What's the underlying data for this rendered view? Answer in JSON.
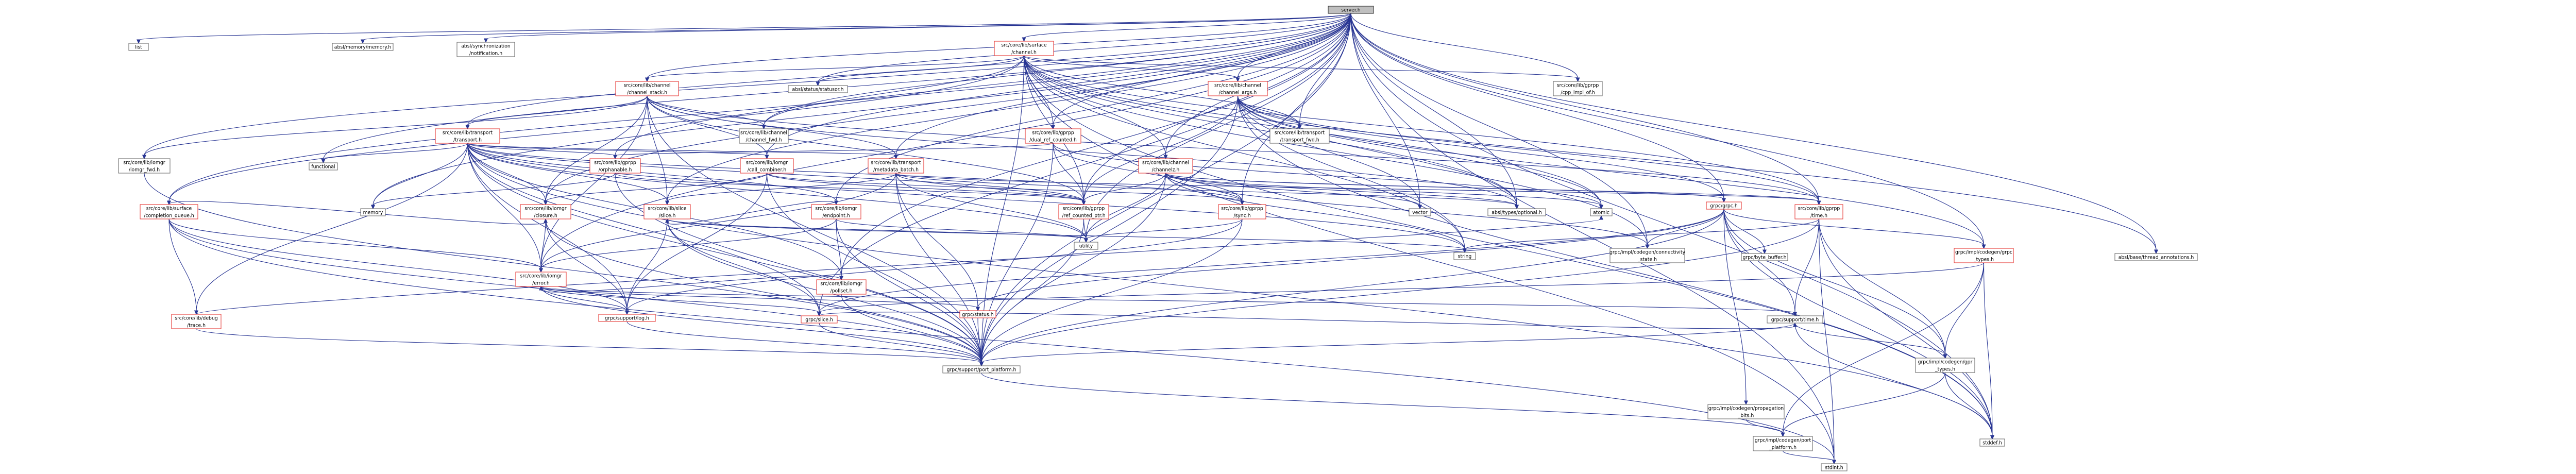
{
  "graph": {
    "colors": {
      "edge": "#283593",
      "node_border": "#6b6b6b",
      "linked_border": "#e53935",
      "root_fill": "#bfbfbf"
    },
    "nodes": [
      {
        "id": "n0",
        "lines": [
          "server.h"
        ],
        "kind": "root"
      },
      {
        "id": "n1",
        "lines": [
          "list"
        ],
        "kind": "plain"
      },
      {
        "id": "n2",
        "lines": [
          "absl/memory/memory.h"
        ],
        "kind": "plain"
      },
      {
        "id": "n3",
        "lines": [
          "absl/synchronization",
          "/notification.h"
        ],
        "kind": "plain"
      },
      {
        "id": "n4",
        "lines": [
          "src/core/lib/surface",
          "/channel.h"
        ],
        "kind": "linked"
      },
      {
        "id": "n5",
        "lines": [
          "src/core/lib/channel",
          "/channel_stack.h"
        ],
        "kind": "linked"
      },
      {
        "id": "n6",
        "lines": [
          "absl/status/statusor.h"
        ],
        "kind": "plain"
      },
      {
        "id": "n7",
        "lines": [
          "src/core/lib/channel",
          "/channel_args.h"
        ],
        "kind": "linked"
      },
      {
        "id": "n8",
        "lines": [
          "src/core/lib/gprpp",
          "/cpp_impl_of.h"
        ],
        "kind": "plain"
      },
      {
        "id": "n9",
        "lines": [
          "src/core/lib/transport",
          "/transport.h"
        ],
        "kind": "linked"
      },
      {
        "id": "n10",
        "lines": [
          "src/core/lib/channel",
          "/channel_fwd.h"
        ],
        "kind": "plain"
      },
      {
        "id": "n11",
        "lines": [
          "src/core/lib/gprpp",
          "/dual_ref_counted.h"
        ],
        "kind": "linked"
      },
      {
        "id": "n12",
        "lines": [
          "src/core/lib/transport",
          "/transport_fwd.h"
        ],
        "kind": "plain"
      },
      {
        "id": "n13",
        "lines": [
          "src/core/lib/iomgr",
          "/iomgr_fwd.h"
        ],
        "kind": "plain"
      },
      {
        "id": "n14",
        "lines": [
          "functional"
        ],
        "kind": "plain"
      },
      {
        "id": "n15",
        "lines": [
          "src/core/lib/gprpp",
          "/orphanable.h"
        ],
        "kind": "linked"
      },
      {
        "id": "n16",
        "lines": [
          "src/core/lib/iomgr",
          "/call_combiner.h"
        ],
        "kind": "linked"
      },
      {
        "id": "n17",
        "lines": [
          "src/core/lib/transport",
          "/metadata_batch.h"
        ],
        "kind": "linked"
      },
      {
        "id": "n18",
        "lines": [
          "src/core/lib/channel",
          "/channelz.h"
        ],
        "kind": "linked"
      },
      {
        "id": "n19",
        "lines": [
          "src/core/lib/surface",
          "/completion_queue.h"
        ],
        "kind": "linked"
      },
      {
        "id": "n20",
        "lines": [
          "memory"
        ],
        "kind": "plain"
      },
      {
        "id": "n21",
        "lines": [
          "src/core/lib/iomgr",
          "/closure.h"
        ],
        "kind": "linked"
      },
      {
        "id": "n22",
        "lines": [
          "src/core/lib/slice",
          "/slice.h"
        ],
        "kind": "linked"
      },
      {
        "id": "n23",
        "lines": [
          "src/core/lib/iomgr",
          "/endpoint.h"
        ],
        "kind": "linked"
      },
      {
        "id": "n24",
        "lines": [
          "src/core/lib/gprpp",
          "/ref_counted_ptr.h"
        ],
        "kind": "linked"
      },
      {
        "id": "n25",
        "lines": [
          "src/core/lib/gprpp",
          "/sync.h"
        ],
        "kind": "linked"
      },
      {
        "id": "n26",
        "lines": [
          "vector"
        ],
        "kind": "plain"
      },
      {
        "id": "n27",
        "lines": [
          "atomic"
        ],
        "kind": "plain"
      },
      {
        "id": "n28",
        "lines": [
          "absl/types/optional.h"
        ],
        "kind": "plain"
      },
      {
        "id": "n29",
        "lines": [
          "grpc/grpc.h"
        ],
        "kind": "linked"
      },
      {
        "id": "n30",
        "lines": [
          "src/core/lib/gprpp",
          "/time.h"
        ],
        "kind": "linked"
      },
      {
        "id": "n31",
        "lines": [
          "utility"
        ],
        "kind": "plain"
      },
      {
        "id": "n32",
        "lines": [
          "string"
        ],
        "kind": "plain"
      },
      {
        "id": "n33",
        "lines": [
          "grpc/impl/codegen/connectivity",
          "_state.h"
        ],
        "kind": "plain"
      },
      {
        "id": "n34",
        "lines": [
          "grpc/byte_buffer.h"
        ],
        "kind": "plain"
      },
      {
        "id": "n35",
        "lines": [
          "grpc/impl/codegen/grpc",
          "_types.h"
        ],
        "kind": "linked"
      },
      {
        "id": "n36",
        "lines": [
          "absl/base/thread_annotations.h"
        ],
        "kind": "plain"
      },
      {
        "id": "n37",
        "lines": [
          "src/core/lib/iomgr",
          "/error.h"
        ],
        "kind": "linked"
      },
      {
        "id": "n38",
        "lines": [
          "src/core/lib/iomgr",
          "/pollset.h"
        ],
        "kind": "linked"
      },
      {
        "id": "n39",
        "lines": [
          "src/core/lib/debug",
          "/trace.h"
        ],
        "kind": "linked"
      },
      {
        "id": "n40",
        "lines": [
          "grpc/support/log.h"
        ],
        "kind": "linked"
      },
      {
        "id": "n41",
        "lines": [
          "grpc/status.h"
        ],
        "kind": "linked"
      },
      {
        "id": "n42",
        "lines": [
          "grpc/slice.h"
        ],
        "kind": "linked"
      },
      {
        "id": "n43",
        "lines": [
          "grpc/support/time.h"
        ],
        "kind": "plain"
      },
      {
        "id": "n44",
        "lines": [
          "grpc/support/port_platform.h"
        ],
        "kind": "plain"
      },
      {
        "id": "n45",
        "lines": [
          "grpc/impl/codegen/gpr",
          "_types.h"
        ],
        "kind": "plain"
      },
      {
        "id": "n46",
        "lines": [
          "grpc/impl/codegen/propagation",
          "_bits.h"
        ],
        "kind": "plain"
      },
      {
        "id": "n47",
        "lines": [
          "grpc/impl/codegen/port",
          "_platform.h"
        ],
        "kind": "plain"
      },
      {
        "id": "n48",
        "lines": [
          "stddef.h"
        ],
        "kind": "plain"
      },
      {
        "id": "n49",
        "lines": [
          "stdint.h"
        ],
        "kind": "plain"
      }
    ],
    "edges": [
      [
        "n0",
        "n1"
      ],
      [
        "n0",
        "n2"
      ],
      [
        "n0",
        "n3"
      ],
      [
        "n0",
        "n4"
      ],
      [
        "n0",
        "n5"
      ],
      [
        "n0",
        "n6"
      ],
      [
        "n0",
        "n7"
      ],
      [
        "n0",
        "n8"
      ],
      [
        "n0",
        "n9"
      ],
      [
        "n0",
        "n10"
      ],
      [
        "n0",
        "n11"
      ],
      [
        "n0",
        "n12"
      ],
      [
        "n0",
        "n13"
      ],
      [
        "n0",
        "n14"
      ],
      [
        "n0",
        "n15"
      ],
      [
        "n0",
        "n16"
      ],
      [
        "n0",
        "n17"
      ],
      [
        "n0",
        "n18"
      ],
      [
        "n0",
        "n19"
      ],
      [
        "n0",
        "n20"
      ],
      [
        "n0",
        "n21"
      ],
      [
        "n0",
        "n22"
      ],
      [
        "n0",
        "n23"
      ],
      [
        "n0",
        "n24"
      ],
      [
        "n0",
        "n25"
      ],
      [
        "n0",
        "n26"
      ],
      [
        "n0",
        "n28"
      ],
      [
        "n0",
        "n29"
      ],
      [
        "n0",
        "n30"
      ],
      [
        "n0",
        "n31"
      ],
      [
        "n0",
        "n35"
      ],
      [
        "n0",
        "n36"
      ],
      [
        "n0",
        "n37"
      ],
      [
        "n0",
        "n38"
      ],
      [
        "n0",
        "n42"
      ],
      [
        "n0",
        "n44"
      ],
      [
        "n0",
        "n48"
      ],
      [
        "n0",
        "n49"
      ],
      [
        "n0",
        "n33"
      ],
      [
        "n4",
        "n5"
      ],
      [
        "n4",
        "n6"
      ],
      [
        "n4",
        "n7"
      ],
      [
        "n4",
        "n8"
      ],
      [
        "n4",
        "n10"
      ],
      [
        "n4",
        "n11"
      ],
      [
        "n4",
        "n12"
      ],
      [
        "n4",
        "n18"
      ],
      [
        "n4",
        "n19"
      ],
      [
        "n4",
        "n24"
      ],
      [
        "n4",
        "n27"
      ],
      [
        "n4",
        "n28"
      ],
      [
        "n4",
        "n30"
      ],
      [
        "n4",
        "n32"
      ],
      [
        "n4",
        "n33"
      ],
      [
        "n4",
        "n36"
      ],
      [
        "n4",
        "n44"
      ],
      [
        "n4",
        "n49"
      ],
      [
        "n4",
        "n48"
      ],
      [
        "n5",
        "n9"
      ],
      [
        "n5",
        "n10"
      ],
      [
        "n5",
        "n13"
      ],
      [
        "n5",
        "n16"
      ],
      [
        "n5",
        "n17"
      ],
      [
        "n5",
        "n21"
      ],
      [
        "n5",
        "n24"
      ],
      [
        "n5",
        "n37"
      ],
      [
        "n5",
        "n28"
      ],
      [
        "n5",
        "n44"
      ],
      [
        "n5",
        "n22"
      ],
      [
        "n5",
        "n30"
      ],
      [
        "n7",
        "n12"
      ],
      [
        "n7",
        "n24"
      ],
      [
        "n7",
        "n27"
      ],
      [
        "n7",
        "n28"
      ],
      [
        "n7",
        "n30"
      ],
      [
        "n7",
        "n35"
      ],
      [
        "n7",
        "n44"
      ],
      [
        "n7",
        "n48"
      ],
      [
        "n7",
        "n26"
      ],
      [
        "n7",
        "n32"
      ],
      [
        "n7",
        "n29"
      ],
      [
        "n11",
        "n15"
      ],
      [
        "n11",
        "n24"
      ],
      [
        "n11",
        "n25"
      ],
      [
        "n11",
        "n27"
      ],
      [
        "n11",
        "n44"
      ],
      [
        "n9",
        "n14"
      ],
      [
        "n9",
        "n15"
      ],
      [
        "n9",
        "n16"
      ],
      [
        "n9",
        "n17"
      ],
      [
        "n9",
        "n20"
      ],
      [
        "n9",
        "n21"
      ],
      [
        "n9",
        "n22"
      ],
      [
        "n9",
        "n23"
      ],
      [
        "n9",
        "n24"
      ],
      [
        "n9",
        "n25"
      ],
      [
        "n9",
        "n31"
      ],
      [
        "n9",
        "n37"
      ],
      [
        "n9",
        "n38"
      ],
      [
        "n9",
        "n39"
      ],
      [
        "n9",
        "n40"
      ],
      [
        "n9",
        "n42"
      ],
      [
        "n9",
        "n44"
      ],
      [
        "n9",
        "n48"
      ],
      [
        "n9",
        "n32"
      ],
      [
        "n13",
        "n44"
      ],
      [
        "n15",
        "n20"
      ],
      [
        "n15",
        "n24"
      ],
      [
        "n15",
        "n44"
      ],
      [
        "n16",
        "n21"
      ],
      [
        "n16",
        "n24"
      ],
      [
        "n16",
        "n25"
      ],
      [
        "n16",
        "n40"
      ],
      [
        "n16",
        "n44"
      ],
      [
        "n17",
        "n22"
      ],
      [
        "n17",
        "n24"
      ],
      [
        "n17",
        "n28"
      ],
      [
        "n17",
        "n30"
      ],
      [
        "n17",
        "n31"
      ],
      [
        "n17",
        "n37"
      ],
      [
        "n17",
        "n44"
      ],
      [
        "n17",
        "n41"
      ],
      [
        "n18",
        "n24"
      ],
      [
        "n18",
        "n25"
      ],
      [
        "n18",
        "n26"
      ],
      [
        "n18",
        "n27"
      ],
      [
        "n18",
        "n28"
      ],
      [
        "n18",
        "n29"
      ],
      [
        "n18",
        "n30"
      ],
      [
        "n18",
        "n31"
      ],
      [
        "n18",
        "n32"
      ],
      [
        "n18",
        "n33"
      ],
      [
        "n18",
        "n44"
      ],
      [
        "n19",
        "n21"
      ],
      [
        "n19",
        "n37"
      ],
      [
        "n19",
        "n39"
      ],
      [
        "n19",
        "n40"
      ],
      [
        "n19",
        "n44"
      ],
      [
        "n19",
        "n49"
      ],
      [
        "n21",
        "n37"
      ],
      [
        "n21",
        "n40"
      ],
      [
        "n21",
        "n44"
      ],
      [
        "n22",
        "n42"
      ],
      [
        "n22",
        "n40"
      ],
      [
        "n22",
        "n44"
      ],
      [
        "n22",
        "n32"
      ],
      [
        "n22",
        "n31"
      ],
      [
        "n23",
        "n38"
      ],
      [
        "n23",
        "n37"
      ],
      [
        "n23",
        "n22"
      ],
      [
        "n23",
        "n44"
      ],
      [
        "n23",
        "n31"
      ],
      [
        "n24",
        "n31"
      ],
      [
        "n24",
        "n44"
      ],
      [
        "n25",
        "n31"
      ],
      [
        "n25",
        "n40"
      ],
      [
        "n25",
        "n44"
      ],
      [
        "n29",
        "n33"
      ],
      [
        "n29",
        "n34"
      ],
      [
        "n29",
        "n35"
      ],
      [
        "n29",
        "n41"
      ],
      [
        "n29",
        "n42"
      ],
      [
        "n29",
        "n43"
      ],
      [
        "n29",
        "n44"
      ],
      [
        "n29",
        "n46"
      ],
      [
        "n29",
        "n48"
      ],
      [
        "n29",
        "n45"
      ],
      [
        "n30",
        "n43"
      ],
      [
        "n30",
        "n45"
      ],
      [
        "n30",
        "n44"
      ],
      [
        "n30",
        "n48"
      ],
      [
        "n30",
        "n32"
      ],
      [
        "n30",
        "n49"
      ],
      [
        "n35",
        "n45"
      ],
      [
        "n35",
        "n42"
      ],
      [
        "n35",
        "n48"
      ],
      [
        "n35",
        "n47"
      ],
      [
        "n37",
        "n40"
      ],
      [
        "n37",
        "n41"
      ],
      [
        "n37",
        "n42"
      ],
      [
        "n37",
        "n43"
      ],
      [
        "n37",
        "n44"
      ],
      [
        "n38",
        "n37"
      ],
      [
        "n38",
        "n44"
      ],
      [
        "n39",
        "n44"
      ],
      [
        "n39",
        "n27"
      ],
      [
        "n40",
        "n44"
      ],
      [
        "n41",
        "n44"
      ],
      [
        "n42",
        "n44"
      ],
      [
        "n42",
        "n43"
      ],
      [
        "n43",
        "n44"
      ],
      [
        "n43",
        "n45"
      ],
      [
        "n43",
        "n48"
      ],
      [
        "n44",
        "n47"
      ],
      [
        "n45",
        "n47"
      ],
      [
        "n45",
        "n48"
      ],
      [
        "n46",
        "n47"
      ],
      [
        "n47",
        "n49"
      ]
    ]
  }
}
